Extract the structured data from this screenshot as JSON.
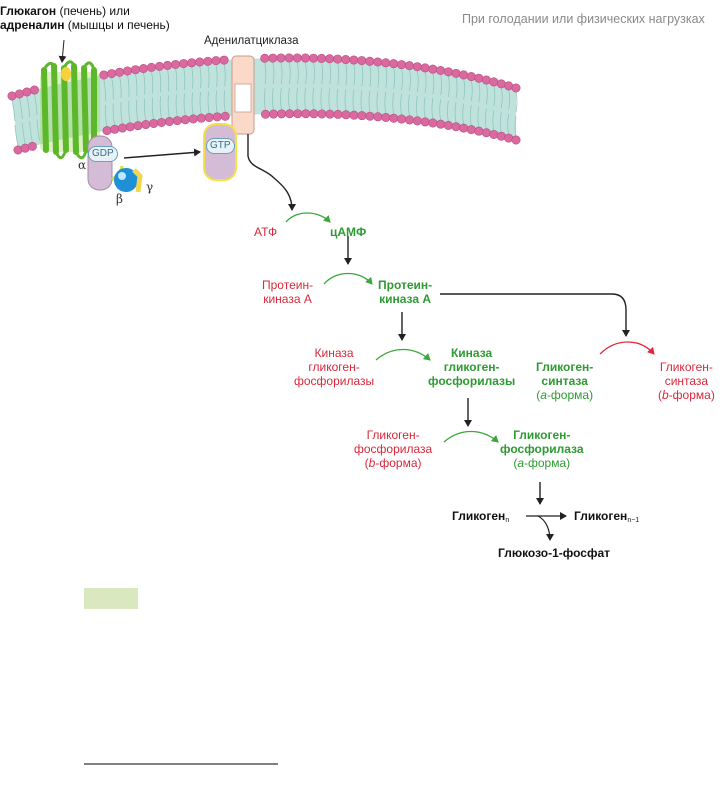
{
  "header": {
    "hormone_line1_bold": "Глюкагон",
    "hormone_line1_rest": " (печень) или",
    "hormone_line2_bold": "адреналин",
    "hormone_line2_rest": " (мышцы и печень)",
    "condition": "При голодании или физических нагрузках"
  },
  "membrane": {
    "enzyme_label": "Аденилатциклаза",
    "gdp": "GDP",
    "gtp": "GTP",
    "alpha": "α",
    "beta": "β",
    "gamma": "γ"
  },
  "cascade": {
    "atp": "АТФ",
    "camp": "цАМФ",
    "pka_inactive": [
      "Протеин-",
      "киназа А"
    ],
    "pka_active": [
      "Протеин-",
      "киназа А"
    ],
    "phk_inactive": [
      "Киназа",
      "гликоген-",
      "фосфорилазы"
    ],
    "phk_active": [
      "Киназа",
      "гликоген-",
      "фосфорилазы"
    ],
    "gp_b": [
      "Гликоген-",
      "фосфорилаза",
      "(",
      "b",
      "-форма)"
    ],
    "gp_a": [
      "Гликоген-",
      "фосфорилаза",
      "(",
      "a",
      "-форма)"
    ],
    "gs_a": [
      "Гликоген-",
      "синтаза",
      "(",
      "a",
      "-форма)"
    ],
    "gs_b": [
      "Гликоген-",
      "синтаза",
      "(",
      "b",
      "-форма)"
    ],
    "glycogen_n": "Гликоген",
    "glycogen_n_sub": "n",
    "glycogen_n1": "Гликоген",
    "glycogen_n1_sub": "n−1",
    "g1p": "Глюкозо-1-фосфат"
  },
  "colors": {
    "inactive": "#d8283a",
    "active": "#2e9a32",
    "head": "#d9699f",
    "tail": "#bfe3dc",
    "receptor": "#7ccb3a",
    "g_protein": "#d4bcd6",
    "highlight_box": "#d9e8bf"
  }
}
